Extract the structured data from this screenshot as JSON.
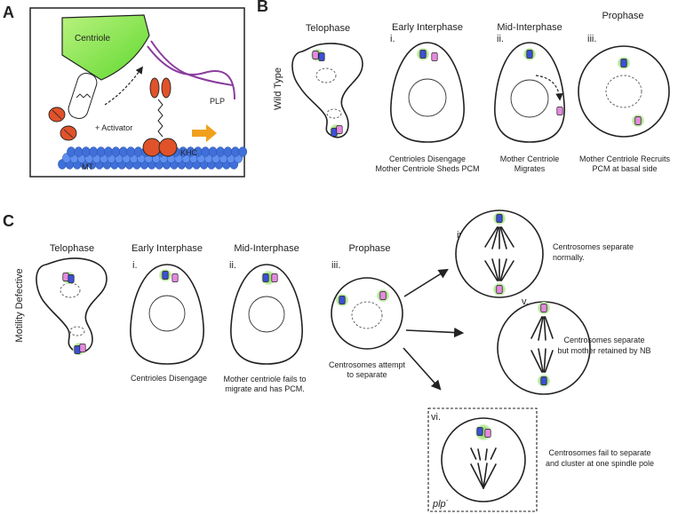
{
  "panel_labels": {
    "a": "A",
    "b": "B",
    "c": "C"
  },
  "panel_a": {
    "centriole": "Centriole",
    "plp": "PLP",
    "activator": "+ Activator",
    "khc": "KHC",
    "mt": "MT",
    "colors": {
      "centriole": "#7ee84a",
      "plp": "#8a3c9e",
      "kinesin": "#e0522a",
      "mt": "#3f6fd8",
      "arrow": "#f0a01e"
    }
  },
  "panel_b": {
    "row_label": "Wild Type",
    "stages": [
      {
        "title": "Telophase",
        "numeral": "",
        "caption": []
      },
      {
        "title": "Early Interphase",
        "numeral": "i.",
        "caption": [
          "Centrioles Disengage",
          "Mother Centriole Sheds PCM"
        ]
      },
      {
        "title": "Mid-Interphase",
        "numeral": "ii.",
        "caption": [
          "Mother Centriole",
          "Migrates"
        ]
      },
      {
        "title": "Prophase",
        "numeral": "iii.",
        "caption": [
          "Mother Centriole Recruits",
          "PCM at basal side"
        ]
      }
    ]
  },
  "panel_c": {
    "row_label": "Motility Defective",
    "stages": [
      {
        "title": "Telophase",
        "numeral": "",
        "caption": []
      },
      {
        "title": "Early Interphase",
        "numeral": "i.",
        "caption": [
          "Centrioles Disengage"
        ]
      },
      {
        "title": "Mid-Interphase",
        "numeral": "ii.",
        "caption": [
          "Mother centriole fails to",
          "migrate and has PCM."
        ]
      },
      {
        "title": "Prophase",
        "numeral": "iii.",
        "caption": [
          "Centrosomes attempt",
          "to separate"
        ]
      }
    ],
    "outcomes": [
      {
        "numeral": "iv.",
        "caption": [
          "Centrosomes separate",
          "normally."
        ]
      },
      {
        "numeral": "v.",
        "caption": [
          "Centrosomes separate",
          "but mother retained by NB"
        ]
      },
      {
        "numeral": "vi.",
        "caption": [
          "Centrosomes fail to separate",
          "and cluster at one spindle pole"
        ],
        "box_label": "plp",
        "box_label_sup": "-"
      }
    ]
  },
  "colors": {
    "pcm": "#a9e08a",
    "mother": "#3d50d6",
    "daughter": "#e58ae0"
  }
}
